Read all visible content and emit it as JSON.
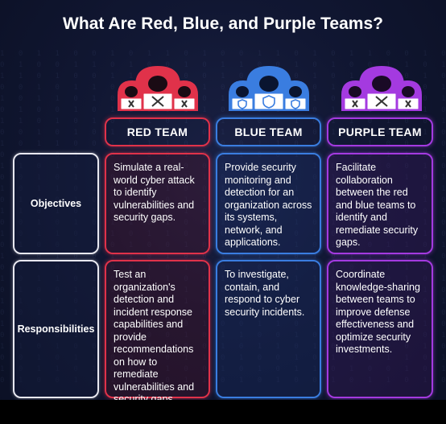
{
  "title": "What Are Red, Blue, and Purple Teams?",
  "colors": {
    "red": "#e0324a",
    "blue": "#3a7de0",
    "purple": "#a43ae0",
    "background": "#111733"
  },
  "teams": [
    {
      "label": "RED TEAM",
      "icon": "hacker-group-icon"
    },
    {
      "label": "BLUE TEAM",
      "icon": "hacker-group-icon"
    },
    {
      "label": "PURPLE TEAM",
      "icon": "hacker-group-icon"
    }
  ],
  "rows": [
    {
      "label": "Objectives",
      "cells": [
        "Simulate a real-world cyber attack to identify vulnerabilities and security gaps.",
        "Provide security monitoring and detection for an organization across its systems, network, and applications.",
        "Facilitate collaboration between the red and blue teams to identify and remediate security gaps."
      ]
    },
    {
      "label": "Responsibilities",
      "cells": [
        "Test an organization's detection and incident response capabilities and provide recommendations on how to remediate vulnerabilities and security gaps.",
        "To investigate, contain, and respond to cyber security incidents.",
        "Coordinate knowledge-sharing between teams to improve defense effectiveness and optimize security investments."
      ]
    }
  ]
}
